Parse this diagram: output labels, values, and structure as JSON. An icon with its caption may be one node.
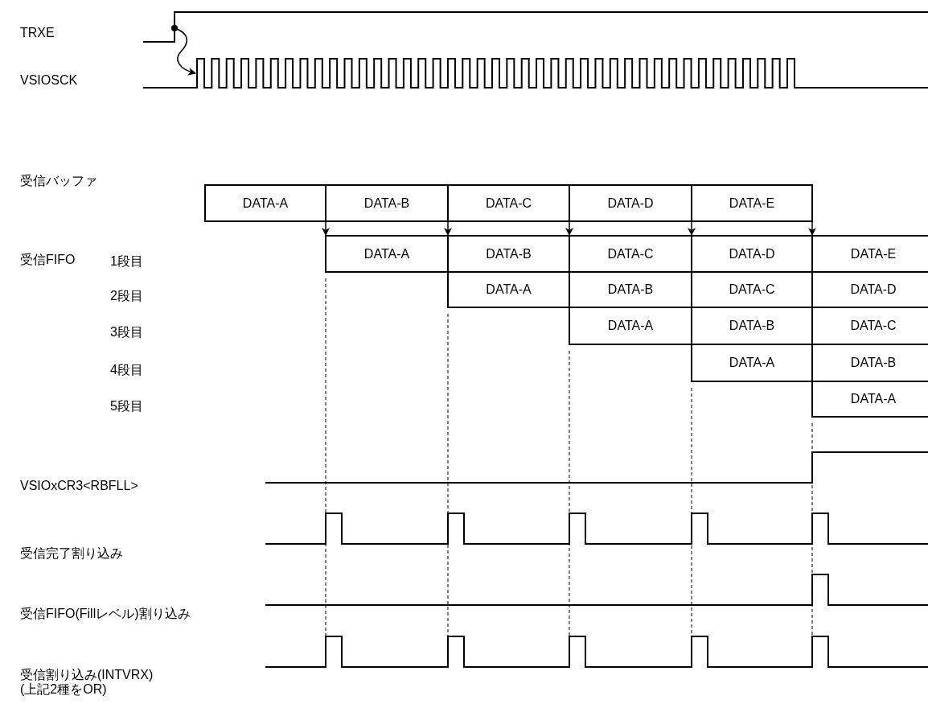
{
  "diagram": {
    "nodes": [
      {
        "text": [],
        "shape": "waveform"
      },
      {
        "text": [],
        "shape": "waveform"
      },
      {
        "text": [
          "DATA-A"
        ]
      },
      {
        "text": [
          "DATA-B"
        ]
      },
      {
        "text": [
          "DATA-C"
        ]
      },
      {
        "text": [
          "DATA-D"
        ]
      },
      {
        "text": [
          "DATA-E"
        ]
      },
      {
        "text": [
          "DATA-A"
        ]
      },
      {
        "text": [
          "DATA-B"
        ]
      },
      {
        "text": [
          "DATA-C"
        ]
      },
      {
        "text": [
          "DATA-D"
        ]
      },
      {
        "text": [
          "DATA-E"
        ]
      },
      {
        "text": [
          "DATA-A"
        ]
      },
      {
        "text": [
          "DATA-B"
        ]
      },
      {
        "text": [
          "DATA-C"
        ]
      },
      {
        "text": [
          "DATA-D"
        ]
      },
      {
        "text": [
          "DATA-A"
        ]
      },
      {
        "text": [
          "DATA-B"
        ]
      },
      {
        "text": [
          "DATA-C"
        ]
      },
      {
        "text": [
          "DATA-A"
        ]
      },
      {
        "text": [
          "DATA-B"
        ]
      },
      {
        "text": [
          "DATA-A"
        ]
      }
    ],
    "edges": [
      {
        "from": 0,
        "to": 1,
        "arrow": "to"
      },
      {
        "from": 2,
        "to": 7,
        "arrow": "to"
      },
      {
        "from": 3,
        "to": 8,
        "arrow": "to"
      },
      {
        "from": 4,
        "to": 9,
        "arrow": "to"
      },
      {
        "from": 5,
        "to": 10,
        "arrow": "to"
      },
      {
        "from": 6,
        "to": 11,
        "arrow": "to"
      }
    ],
    "labels": [
      "TRXE",
      "VSIOSCK",
      "受信バッファ",
      "受信FIFO",
      "1段目",
      "2段目",
      "3段目",
      "4段目",
      "5段目",
      "VSIOxCR3<RBFLL>",
      "受信完了割り込み",
      "受信FIFO(Fillレベル)割り込み",
      "受信割り込み(INTVRX)",
      "(上記2種をOR)"
    ]
  }
}
